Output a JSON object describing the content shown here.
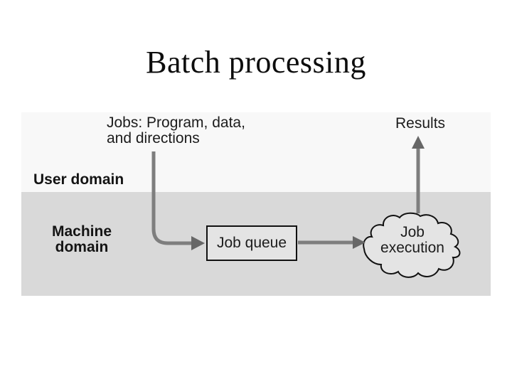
{
  "slide": {
    "title": "Batch processing"
  },
  "diagram": {
    "jobs_label": {
      "line1": "Jobs: Program, data,",
      "line2": "and directions"
    },
    "results_label": "Results",
    "user_domain_label": "User domain",
    "machine_domain_label": {
      "line1": "Machine",
      "line2": "domain"
    },
    "job_queue_label": "Job queue",
    "job_execution_label": {
      "line1": "Job",
      "line2": "execution"
    },
    "colors": {
      "user_area_bg": "#f8f8f8",
      "machine_band_bg": "#d9d9d9",
      "node_fill": "#e4e4e4",
      "outline": "#111111",
      "arrow_shaft": "#7e7e7e",
      "arrow_head": "#676767",
      "label_text": "#1c1c1c"
    }
  }
}
